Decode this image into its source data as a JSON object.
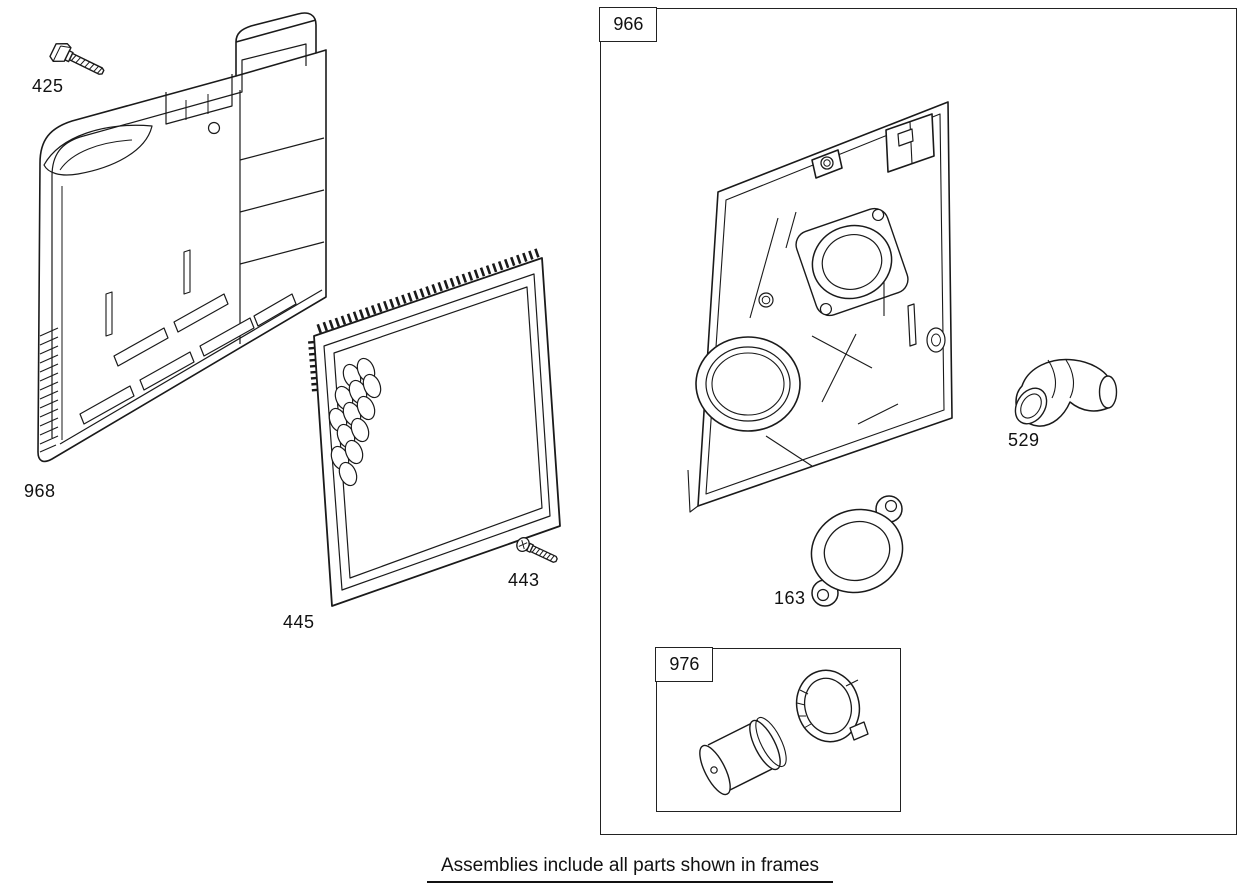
{
  "diagram": {
    "caption": "Assemblies include all parts shown in frames",
    "parts": {
      "bolt": {
        "label": "425"
      },
      "cover": {
        "label": "968"
      },
      "filter_panel": {
        "label": "445"
      },
      "screw": {
        "label": "443"
      },
      "elbow_tube": {
        "label": "529"
      },
      "gasket": {
        "label": "163"
      }
    },
    "frames": {
      "main": {
        "label": "966"
      },
      "sub": {
        "label": "976"
      }
    },
    "colors": {
      "line": "#1a1a1a",
      "background": "#ffffff",
      "text": "#111111"
    }
  }
}
